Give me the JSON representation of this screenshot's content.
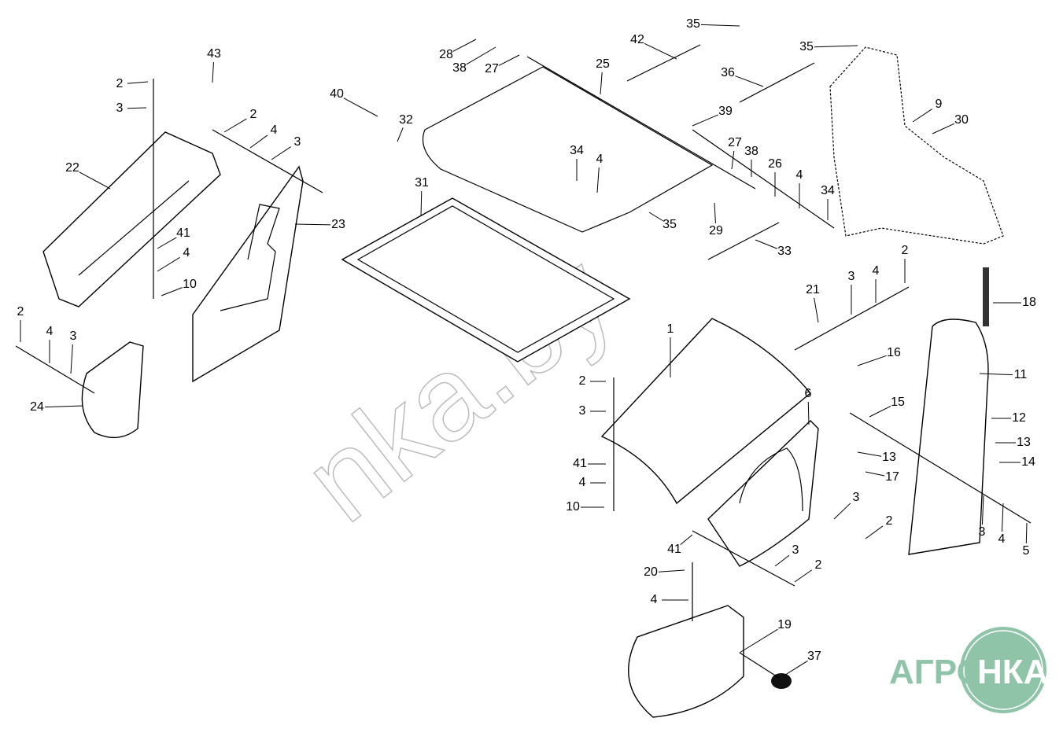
{
  "diagram": {
    "watermark": "nka.by",
    "logo": {
      "left_text": "АГРО",
      "circle_text": "НКА",
      "color": "#8fc4a8"
    },
    "callouts": [
      "43",
      "2",
      "3",
      "22",
      "2",
      "4",
      "3",
      "23",
      "41",
      "4",
      "10",
      "2",
      "4",
      "3",
      "24",
      "28",
      "38",
      "27",
      "25",
      "42",
      "35",
      "35",
      "36",
      "40",
      "32",
      "39",
      "9",
      "30",
      "34",
      "4",
      "27",
      "38",
      "26",
      "4",
      "34",
      "31",
      "35",
      "29",
      "33",
      "2",
      "3",
      "4",
      "21",
      "18",
      "1",
      "16",
      "11",
      "2",
      "15",
      "3",
      "6",
      "12",
      "13",
      "13",
      "14",
      "41",
      "17",
      "4",
      "3",
      "10",
      "2",
      "3",
      "4",
      "5",
      "41",
      "3",
      "2",
      "20",
      "4",
      "19",
      "37"
    ]
  }
}
